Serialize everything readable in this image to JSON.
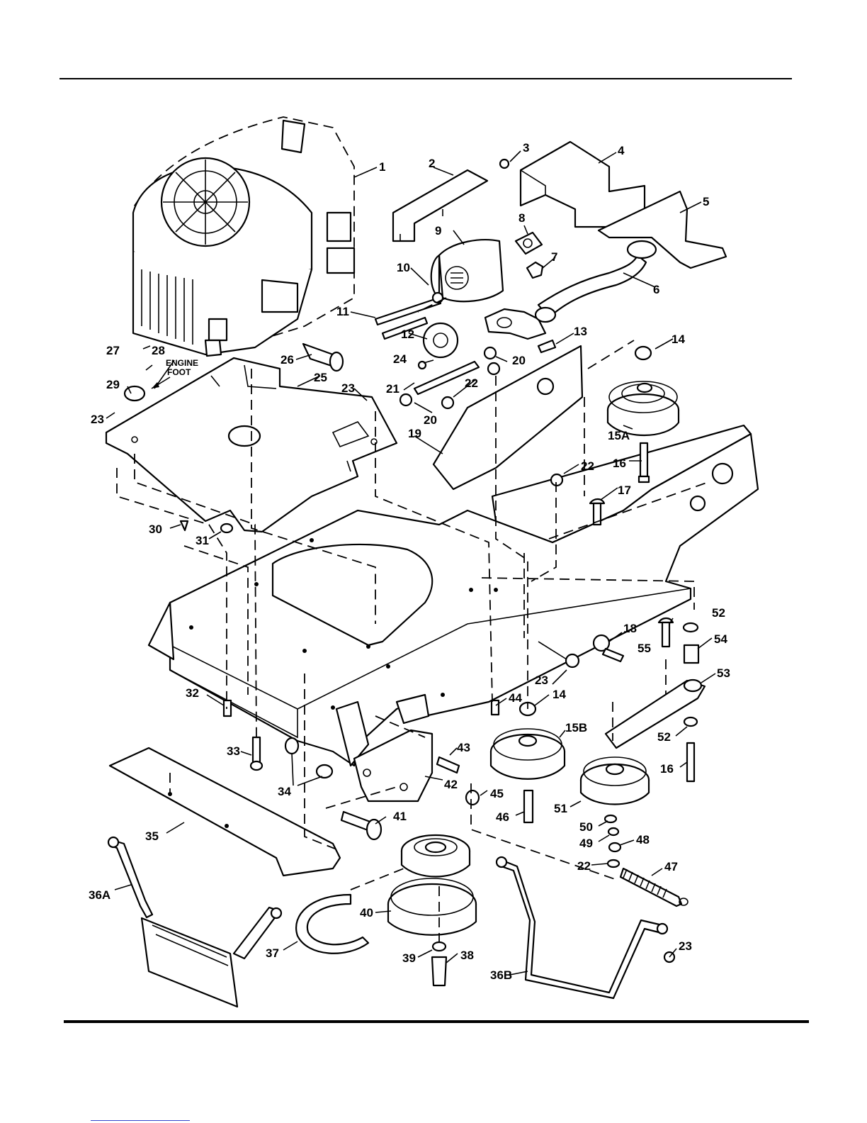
{
  "note": {
    "line1": "ENGINE",
    "line2": "FOOT"
  },
  "callouts": {
    "c1": "1",
    "c2": "2",
    "c3": "3",
    "c4": "4",
    "c5": "5",
    "c6": "6",
    "c7": "7",
    "c8": "8",
    "c9": "9",
    "c10": "10",
    "c11": "11",
    "c12": "12",
    "c13": "13",
    "c14a": "14",
    "c14b": "14",
    "c15a": "15A",
    "c15b": "15B",
    "c16a": "16",
    "c16b": "16",
    "c17": "17",
    "c18": "18",
    "c19": "19",
    "c20a": "20",
    "c20b": "20",
    "c21": "21",
    "c22a": "22",
    "c22b": "22",
    "c22c": "22",
    "c23a": "23",
    "c23b": "23",
    "c23c": "23",
    "c23d": "23",
    "c24": "24",
    "c25": "25",
    "c26": "26",
    "c27": "27",
    "c28": "28",
    "c29": "29",
    "c30": "30",
    "c31": "31",
    "c32": "32",
    "c33": "33",
    "c34": "34",
    "c35": "35",
    "c36a": "36A",
    "c36b": "36B",
    "c37": "37",
    "c38": "38",
    "c39": "39",
    "c40": "40",
    "c41": "41",
    "c42": "42",
    "c43": "43",
    "c44": "44",
    "c45": "45",
    "c46": "46",
    "c47": "47",
    "c48": "48",
    "c49": "49",
    "c50": "50",
    "c51": "51",
    "c52a": "52",
    "c52b": "52",
    "c53": "53",
    "c54": "54",
    "c55": "55"
  }
}
